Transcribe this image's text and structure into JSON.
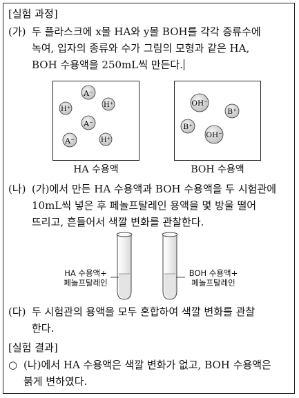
{
  "section1": {
    "title": "[실험 과정]"
  },
  "stepA": {
    "label": "(가)",
    "line1": "두 플라스크에 x몰 HA와 y몰 BOH를 각각 증류수에",
    "line2": "녹여, 입자의 종류와 수가 그림의 모형과 같은 HA,",
    "line3": "BOH 수용액을 250mL씩 만든다."
  },
  "ha_model": {
    "caption": "HA 수용액",
    "particles": [
      "A⁻",
      "H⁺",
      "H⁺",
      "A⁻",
      "A⁻",
      "H⁺"
    ]
  },
  "boh_model": {
    "caption": "BOH 수용액",
    "particles": [
      "OH⁻",
      "B⁺",
      "B⁺",
      "OH⁻"
    ]
  },
  "stepB": {
    "label": "(나)",
    "line1": "(가)에서 만든 HA 수용액과 BOH 수용액을 두 시험관에",
    "line2": "10mL씩 넣은 후 페놀프탈레인 용액을 몇 방울 떨어",
    "line3": "뜨리고, 흔들어서 색깔 변화를 관찰한다."
  },
  "tubes": {
    "left_label_1": "HA 수용액+",
    "left_label_2": "페놀프탈레인",
    "right_label_1": "BOH 수용액+",
    "right_label_2": "페놀프탈레인"
  },
  "stepC": {
    "label": "(다)",
    "line1": "두 시험관의 용액을 모두 혼합하여 색깔 변화를 관찰",
    "line2": "한다."
  },
  "section2": {
    "title": "[실험 결과]"
  },
  "result": {
    "bullet": "○",
    "line1": "(나)에서 HA 수용액은 색깔 변화가 없고, BOH 수용액은",
    "line2": "붉게 변하였다."
  }
}
